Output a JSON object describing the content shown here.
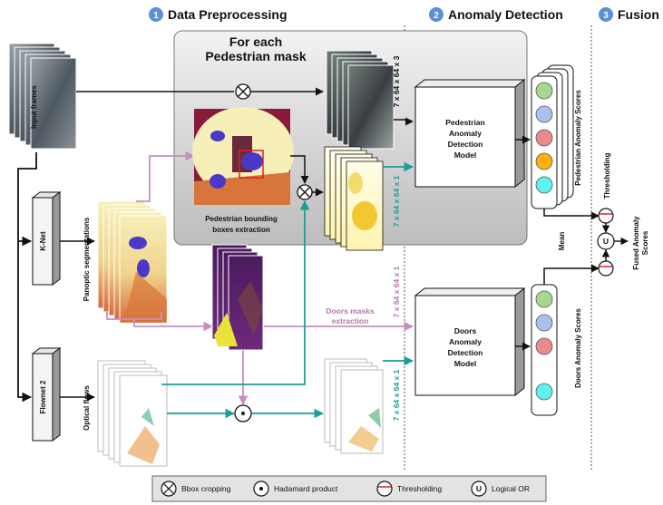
{
  "sections": [
    {
      "num": "1",
      "title": "Data Preprocessing"
    },
    {
      "num": "2",
      "title": "Anomaly Detection"
    },
    {
      "num": "3",
      "title": "Fusion"
    }
  ],
  "labels": {
    "input_frames": "Input frames",
    "panoptic": "Panoptic segmentations",
    "optical_flows": "Optical flows",
    "knet": "K-Net",
    "flownet": "Flownet 2",
    "for_each": "For each",
    "pedestrian_mask": "Pedestrian mask",
    "bbox_extraction_1": "Pedestrian bounding",
    "bbox_extraction_2": "boxes extraction",
    "doors_masks_1": "Doors masks",
    "doors_masks_2": "extraction",
    "ped_model": [
      "Pedestrian",
      "Anomaly",
      "Detection",
      "Model"
    ],
    "doors_model": [
      "Doors",
      "Anomaly",
      "Detection",
      "Model"
    ],
    "dim_rgb": "7 x 64 x 64 x 3",
    "dim_ped_mask": "7 x 64 x 64 x 1",
    "dim_doors_mask": "7 x 64 x 64 x 1",
    "dim_flow": "7 x 64 x 64 x 1",
    "ped_scores": "Pedestrian Anomaly Scores",
    "doors_scores": "Doors Anomaly Scores",
    "thresholding_v": "Thresholding",
    "mean": "Mean",
    "fused_1": "Fused Anomaly",
    "fused_2": "Scores",
    "or_symbol": "U"
  },
  "legend": [
    {
      "icon": "bbox-cropping-icon",
      "label": "Bbox cropping"
    },
    {
      "icon": "hadamard-product-icon",
      "label": "Hadamard product"
    },
    {
      "icon": "thresholding-icon",
      "label": "Thresholding"
    },
    {
      "icon": "logical-or-icon",
      "label": "Logical OR",
      "symbol": "U"
    }
  ],
  "score_colors": {
    "pedestrian": [
      "#a6d98f",
      "#a9c1ec",
      "#ea8a8a",
      "#ffb010",
      "#5ff1ee"
    ],
    "doors": [
      "#a6d98f",
      "#a9c1ec",
      "#ea8a8a",
      "#5ff1ee"
    ]
  },
  "colors": {
    "teal": "#1a9e96",
    "pink": "#c78fbf",
    "black": "#111111",
    "panel": "#d9d9d9"
  }
}
